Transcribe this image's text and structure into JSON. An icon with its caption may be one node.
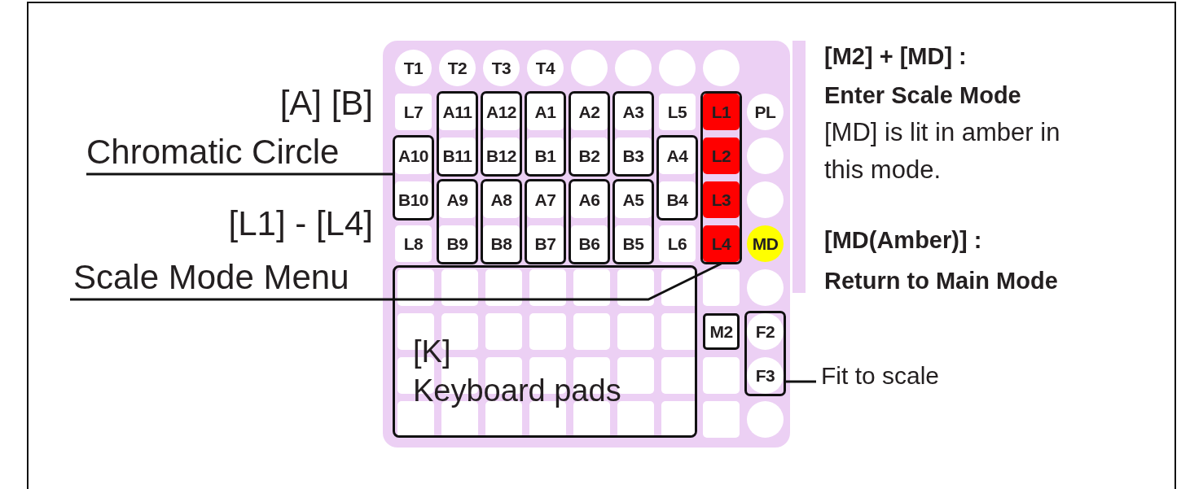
{
  "diagram": {
    "nodes": [
      {
        "text": [],
        "shape": "box"
      },
      {
        "text": [
          "T1"
        ],
        "in": 0
      },
      {
        "text": [
          "T2"
        ],
        "in": 0
      },
      {
        "text": [
          "T3"
        ],
        "in": 0
      },
      {
        "text": [
          "T4"
        ],
        "in": 0
      },
      {
        "text": [],
        "shape": "circle",
        "in": 0
      },
      {
        "text": [],
        "shape": "circle",
        "in": 0
      },
      {
        "text": [],
        "shape": "circle",
        "in": 0
      },
      {
        "text": [],
        "shape": "circle",
        "in": 0
      },
      {
        "text": [
          "L7"
        ],
        "in": 0
      },
      {
        "text": [],
        "shape": "box",
        "in": 0
      },
      {
        "text": [
          "A11"
        ],
        "in": 10
      },
      {
        "text": [
          "B11"
        ],
        "in": 10
      },
      {
        "text": [],
        "shape": "box",
        "in": 0
      },
      {
        "text": [
          "A12"
        ],
        "in": 13
      },
      {
        "text": [
          "B12"
        ],
        "in": 13
      },
      {
        "text": [],
        "shape": "box",
        "in": 0
      },
      {
        "text": [
          "A1"
        ],
        "in": 16
      },
      {
        "text": [
          "B1"
        ],
        "in": 16
      },
      {
        "text": [],
        "shape": "box",
        "in": 0
      },
      {
        "text": [
          "A2"
        ],
        "in": 19
      },
      {
        "text": [
          "B2"
        ],
        "in": 19
      },
      {
        "text": [],
        "shape": "box",
        "in": 0
      },
      {
        "text": [
          "A3"
        ],
        "in": 22
      },
      {
        "text": [
          "B3"
        ],
        "in": 22
      },
      {
        "text": [
          "L5"
        ],
        "in": 0
      },
      {
        "text": [],
        "shape": "box",
        "in": 0
      },
      {
        "text": [
          "L1"
        ],
        "in": 26
      },
      {
        "text": [
          "L2"
        ],
        "in": 26
      },
      {
        "text": [
          "L3"
        ],
        "in": 26
      },
      {
        "text": [
          "L4"
        ],
        "in": 26
      },
      {
        "text": [
          "PL"
        ],
        "in": 0
      },
      {
        "text": [],
        "shape": "box",
        "in": 0
      },
      {
        "text": [
          "A10"
        ],
        "in": 32
      },
      {
        "text": [
          "B10"
        ],
        "in": 32
      },
      {
        "text": [],
        "shape": "box",
        "in": 0
      },
      {
        "text": [
          "A4"
        ],
        "in": 35
      },
      {
        "text": [
          "B4"
        ],
        "in": 35
      },
      {
        "text": [],
        "shape": "circle",
        "in": 0
      },
      {
        "text": [],
        "shape": "box",
        "in": 0
      },
      {
        "text": [
          "A9"
        ],
        "in": 39
      },
      {
        "text": [
          "B9"
        ],
        "in": 39
      },
      {
        "text": [],
        "shape": "box",
        "in": 0
      },
      {
        "text": [
          "A8"
        ],
        "in": 42
      },
      {
        "text": [
          "B8"
        ],
        "in": 42
      },
      {
        "text": [],
        "shape": "box",
        "in": 0
      },
      {
        "text": [
          "A7"
        ],
        "in": 45
      },
      {
        "text": [
          "B7"
        ],
        "in": 45
      },
      {
        "text": [],
        "shape": "box",
        "in": 0
      },
      {
        "text": [
          "A6"
        ],
        "in": 48
      },
      {
        "text": [
          "B6"
        ],
        "in": 48
      },
      {
        "text": [],
        "shape": "box",
        "in": 0
      },
      {
        "text": [
          "A5"
        ],
        "in": 51
      },
      {
        "text": [
          "B5"
        ],
        "in": 51
      },
      {
        "text": [],
        "shape": "circle",
        "in": 0
      },
      {
        "text": [
          "L8"
        ],
        "in": 0
      },
      {
        "text": [
          "L6"
        ],
        "in": 0
      },
      {
        "text": [
          "MD"
        ],
        "in": 0
      },
      {
        "text": [
          "[K]",
          "Keyboard pads"
        ],
        "in": 0
      },
      {
        "text": [],
        "shape": "box",
        "in": 0
      },
      {
        "text": [],
        "shape": "circle",
        "in": 0
      },
      {
        "text": [
          "M2"
        ],
        "in": 0
      },
      {
        "text": [],
        "shape": "box",
        "in": 0
      },
      {
        "text": [
          "F2"
        ],
        "in": 62
      },
      {
        "text": [
          "F3"
        ],
        "in": 62
      },
      {
        "text": [],
        "shape": "box",
        "in": 0
      },
      {
        "text": [],
        "shape": "box",
        "in": 0
      },
      {
        "text": [],
        "shape": "circle",
        "in": 0
      },
      {
        "text": [
          "[A] [B]",
          "Chromatic Circle"
        ]
      },
      {
        "text": [
          "[L1] - [L4]",
          "Scale Mode Menu"
        ]
      },
      {
        "text": [
          "Fit to scale"
        ]
      },
      {
        "text": [],
        "shape": "bar"
      }
    ],
    "edges": [
      {
        "from": 68,
        "to": 32,
        "arrow": "none"
      },
      {
        "from": 69,
        "to": 26,
        "arrow": "none"
      },
      {
        "from": 70,
        "to": 62,
        "arrow": "none"
      }
    ],
    "labels": [
      "[M2] + [MD] :",
      "Enter Scale Mode",
      "[MD] is lit in amber in this mode.",
      "[MD(Amber)] :",
      "Return to Main Mode"
    ]
  }
}
